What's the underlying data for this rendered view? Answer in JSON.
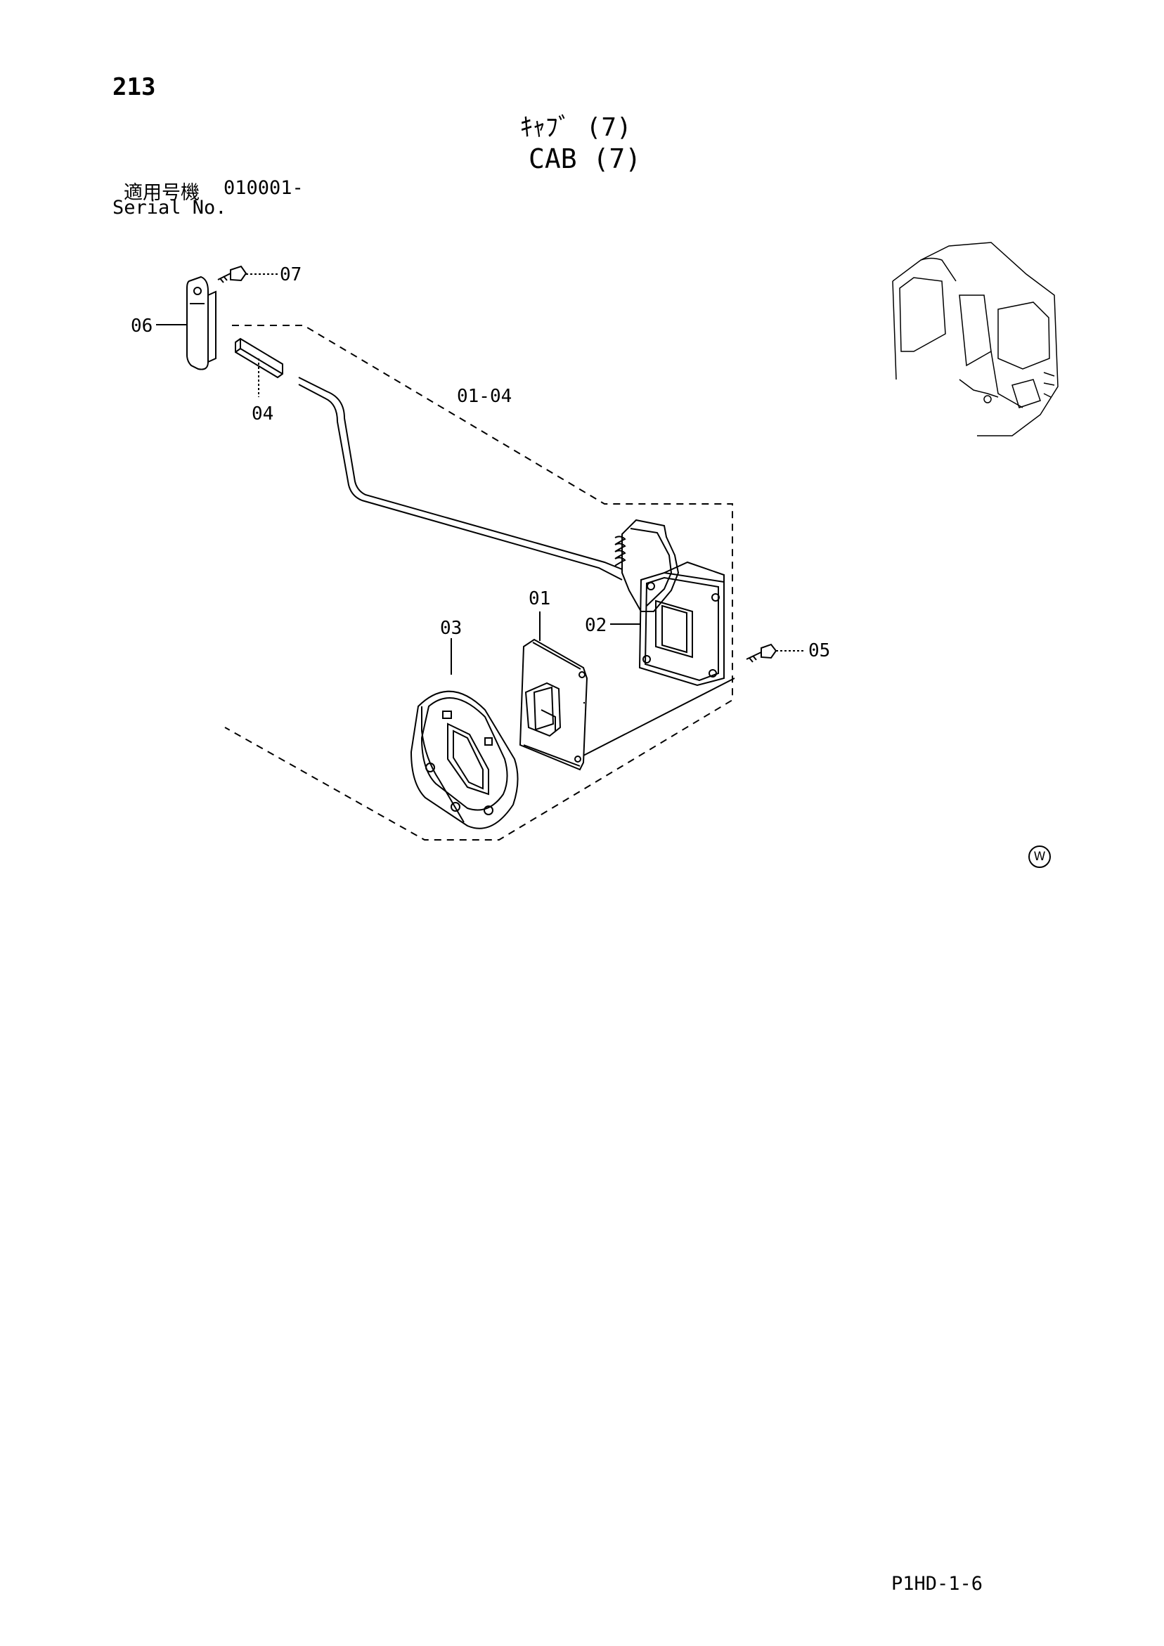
{
  "page": {
    "number": "213",
    "code": "P1HD-1-6"
  },
  "title": {
    "jp": "ｷｬﾌﾞ (7)",
    "en": "CAB (7)"
  },
  "serial": {
    "jp_label": "適用号機",
    "value": "010001-",
    "en_label": "Serial No."
  },
  "watermark": "W",
  "callouts": {
    "p01": "01",
    "p02": "02",
    "p03": "03",
    "p04": "04",
    "p05": "05",
    "p06": "06",
    "p07": "07",
    "p01_04": "01-04"
  },
  "colors": {
    "line": "#000000",
    "background": "#ffffff"
  }
}
